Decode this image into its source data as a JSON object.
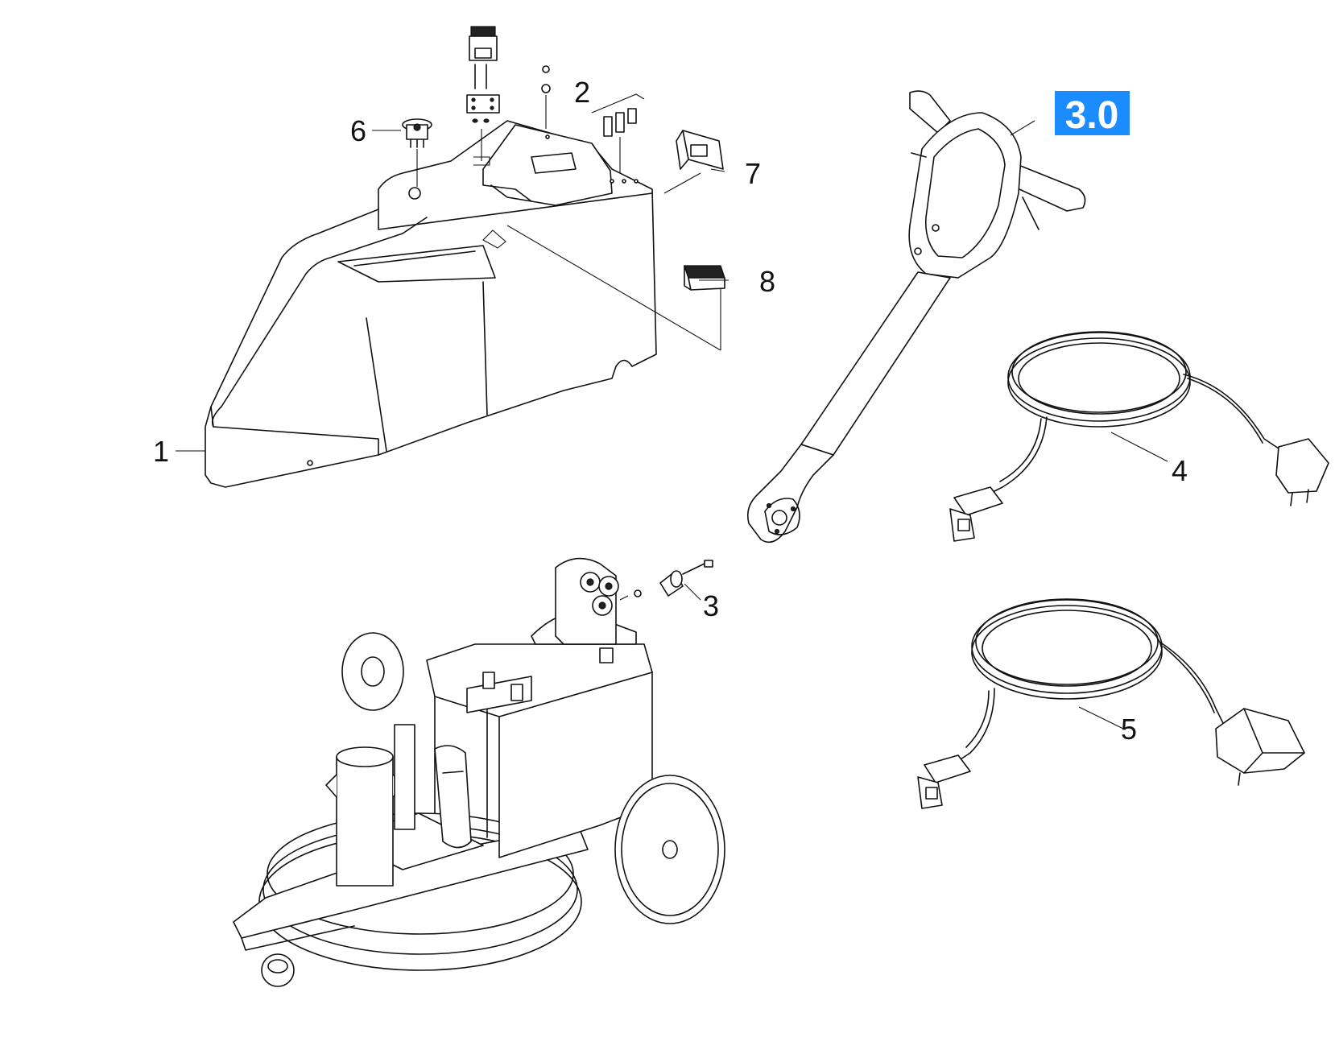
{
  "callouts": [
    {
      "id": "1",
      "label": "1"
    },
    {
      "id": "2",
      "label": "2"
    },
    {
      "id": "3",
      "label": "3"
    },
    {
      "id": "4",
      "label": "4"
    },
    {
      "id": "5",
      "label": "5"
    },
    {
      "id": "6",
      "label": "6"
    },
    {
      "id": "7",
      "label": "7"
    },
    {
      "id": "8",
      "label": "8"
    }
  ],
  "highlight": {
    "label": "3.0",
    "color": "#1a8cff"
  },
  "colors": {
    "line": "#111111",
    "background": "#ffffff"
  }
}
